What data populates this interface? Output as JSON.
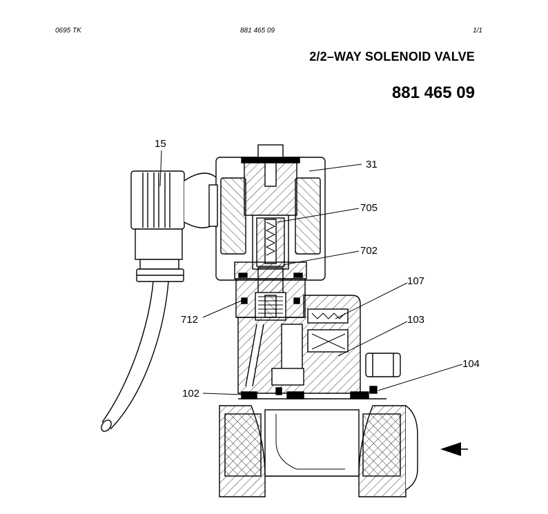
{
  "header": {
    "left": "0695  TK",
    "center": "881 465 09",
    "right": "1/1"
  },
  "title": "2/2–WAY SOLENOID VALVE",
  "part_number": "881 465 09",
  "callouts": [
    {
      "id": "c15",
      "text": "15"
    },
    {
      "id": "c31",
      "text": "31"
    },
    {
      "id": "c705",
      "text": "705"
    },
    {
      "id": "c702",
      "text": "702"
    },
    {
      "id": "c712",
      "text": "712"
    },
    {
      "id": "c107",
      "text": "107"
    },
    {
      "id": "c103",
      "text": "103"
    },
    {
      "id": "c104",
      "text": "104"
    },
    {
      "id": "c102",
      "text": "102"
    }
  ]
}
